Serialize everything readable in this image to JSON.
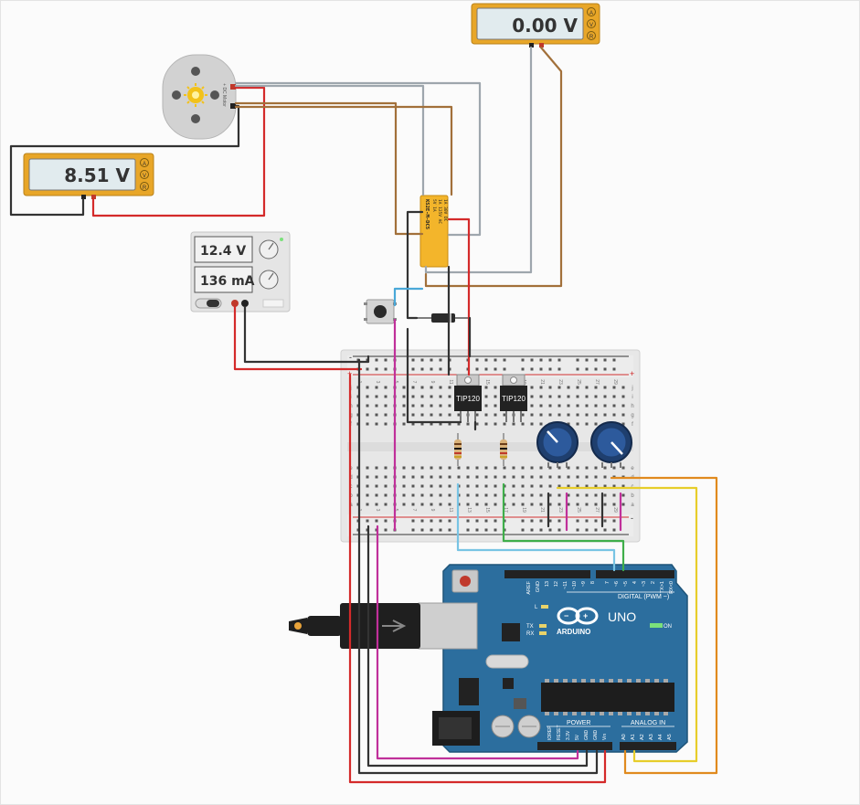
{
  "multimeter_top": {
    "reading": "0.00 V",
    "modes": [
      "A",
      "V",
      "R"
    ]
  },
  "multimeter_left": {
    "reading": "8.51 V",
    "modes": [
      "A",
      "V",
      "R"
    ]
  },
  "motor": {
    "label": "+ DC Motor"
  },
  "power_supply": {
    "voltage": "12.4 V",
    "current": "136 mA"
  },
  "relay": {
    "label": "KS2E-M-DC5",
    "specs": [
      "5V 1A",
      "1A 125V AC",
      "1A 30V DC"
    ]
  },
  "transistors": [
    {
      "label": "TIP120"
    },
    {
      "label": "TIP120"
    }
  ],
  "breadboard": {
    "col_numbers": [
      "1",
      "3",
      "5",
      "7",
      "9",
      "11",
      "13",
      "15",
      "17",
      "19",
      "21",
      "23",
      "25",
      "27",
      "29"
    ],
    "row_letters": [
      "j",
      "i",
      "h",
      "g",
      "f",
      "e",
      "d",
      "c",
      "b",
      "a"
    ],
    "rail_plus": "+",
    "rail_minus": "-"
  },
  "arduino": {
    "brand": "ARDUINO",
    "model": "UNO",
    "digital_label": "DIGITAL (PWM ~)",
    "analog_label": "ANALOG IN",
    "power_label": "POWER",
    "on_label": "ON",
    "tx_label": "TX",
    "rx_label": "RX",
    "l_label": "L",
    "digital_pins": [
      "AREF",
      "GND",
      "13",
      "12",
      "~11",
      "~10",
      "~9",
      "8",
      "7",
      "~6",
      "~5",
      "4",
      "~3",
      "2",
      "TX>1",
      "RX<0"
    ],
    "power_pins": [
      "IOREF",
      "RESET",
      "3.3V",
      "5V",
      "GND",
      "GND",
      "Vin"
    ],
    "analog_pins": [
      "A0",
      "A1",
      "A2",
      "A3",
      "A4",
      "A5"
    ]
  }
}
